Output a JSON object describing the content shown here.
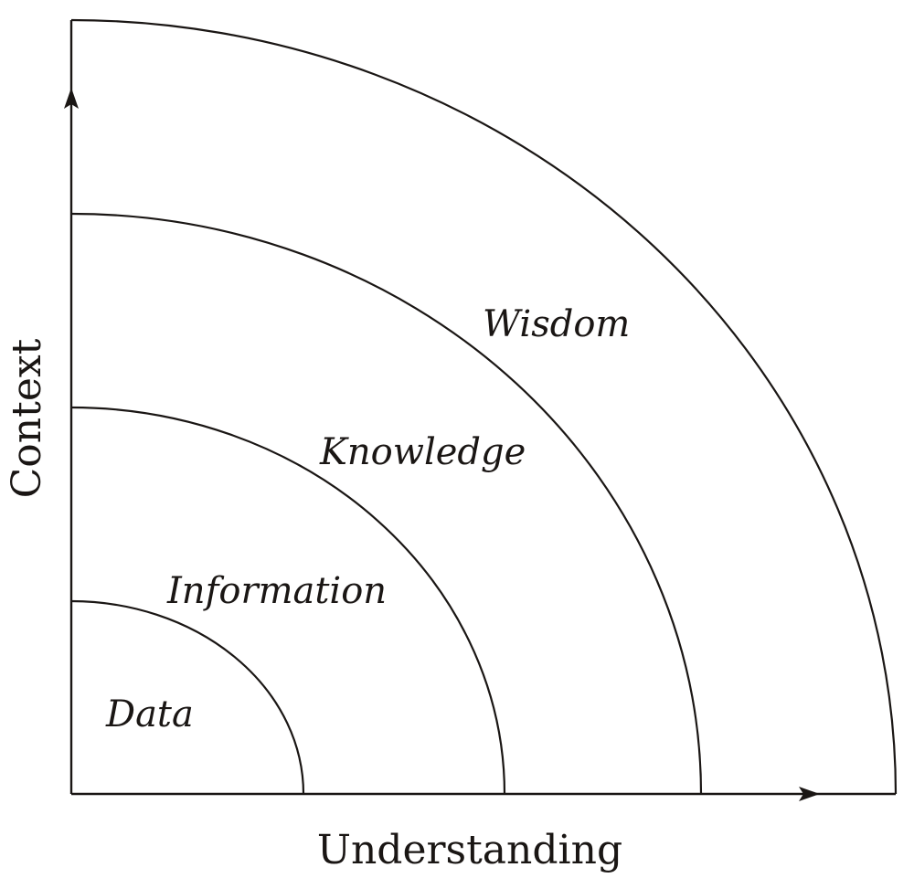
{
  "layers": [
    {
      "id": "data",
      "label": "Data"
    },
    {
      "id": "information",
      "label": "Information"
    },
    {
      "id": "knowledge",
      "label": "Knowledge"
    },
    {
      "id": "wisdom",
      "label": "Wisdom"
    }
  ],
  "axes": {
    "x_label": "Understanding",
    "y_label": "Context"
  },
  "colors": {
    "ink": "#1a1614",
    "background": "#ffffff"
  }
}
